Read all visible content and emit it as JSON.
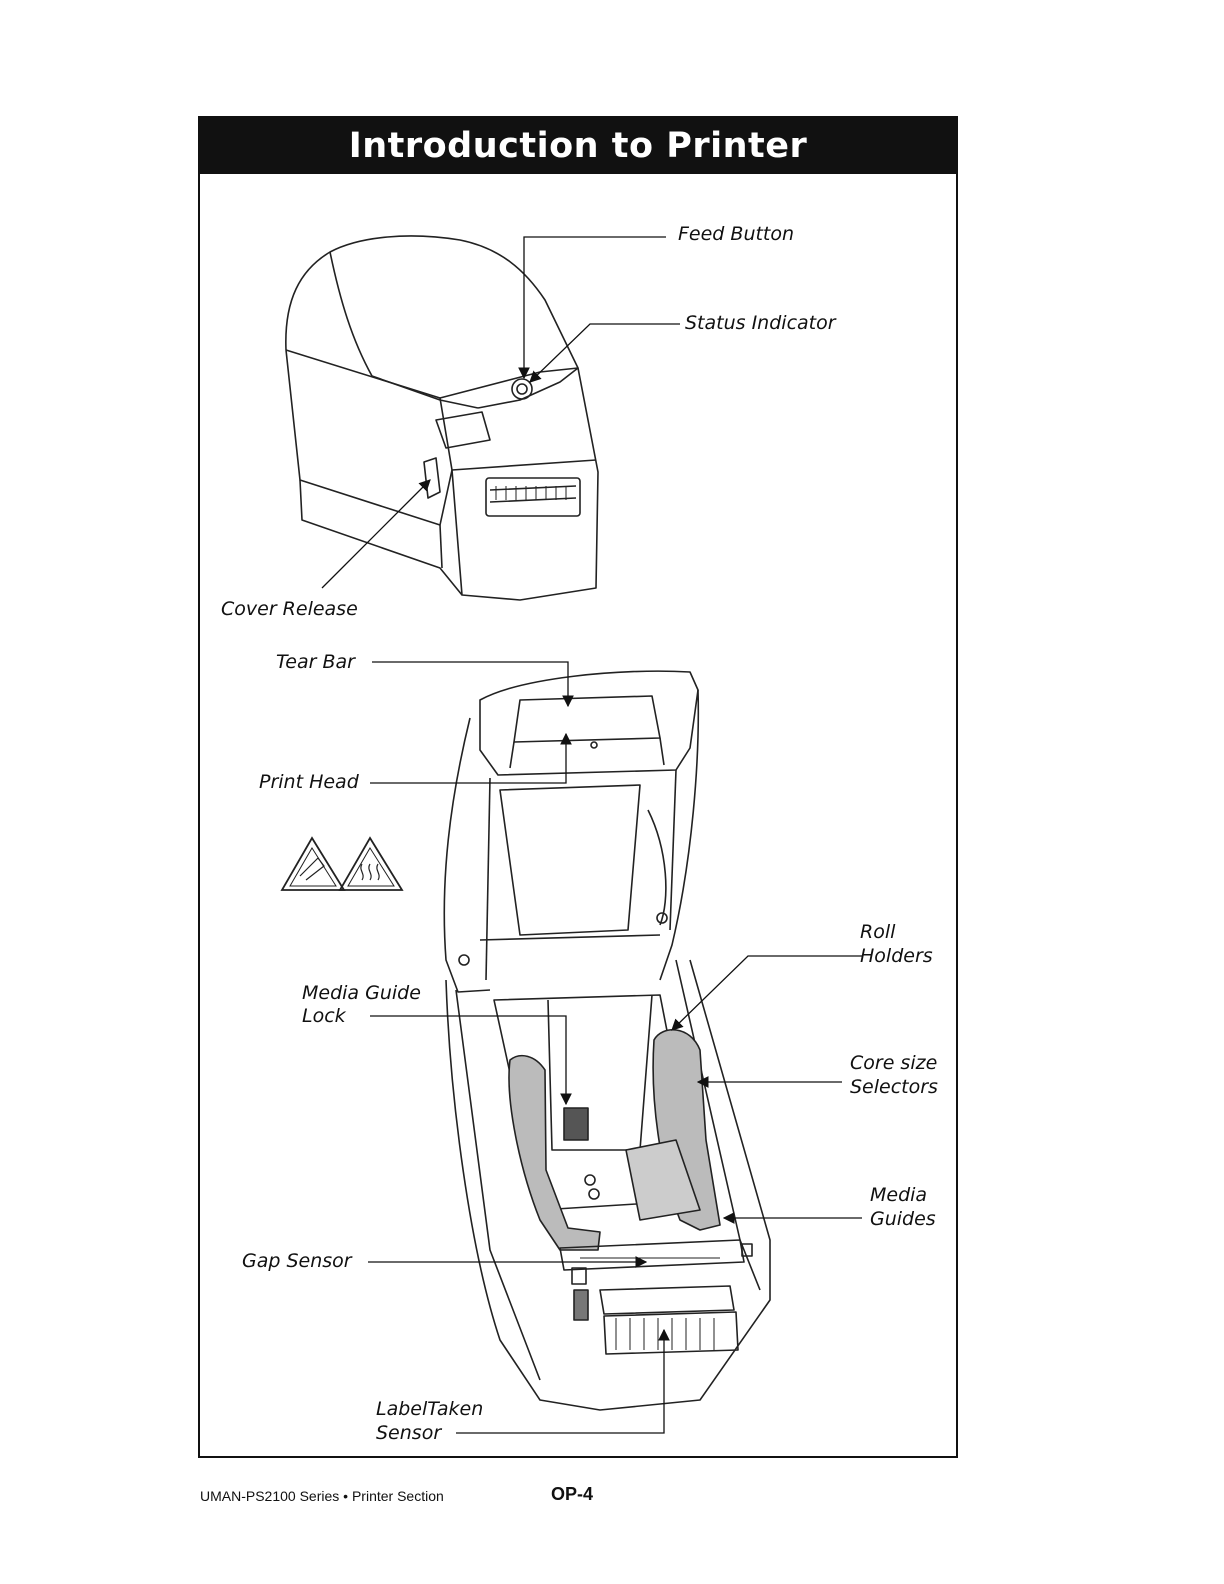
{
  "page": {
    "title": "Introduction to Printer"
  },
  "callouts": {
    "feed_button": "Feed Button",
    "status_indicator": "Status Indicator",
    "cover_release": "Cover Release",
    "tear_bar": "Tear Bar",
    "print_head": "Print Head",
    "roll_holders_line1": "Roll",
    "roll_holders_line2": "Holders",
    "media_guide_lock_line1": "Media Guide",
    "media_guide_lock_line2": "Lock",
    "core_size_selectors_line1": "Core size",
    "core_size_selectors_line2": "Selectors",
    "media_guides_line1": "Media",
    "media_guides_line2": "Guides",
    "gap_sensor": "Gap Sensor",
    "label_taken_sensor_line1": "LabelTaken",
    "label_taken_sensor_line2": "Sensor"
  },
  "icons": {
    "warning_esd": "esd-warning-icon",
    "warning_hot": "hot-surface-warning-icon"
  },
  "footer": {
    "doc_title": "UMAN-PS2100 Series • Printer Section",
    "page_number": "OP-4"
  }
}
